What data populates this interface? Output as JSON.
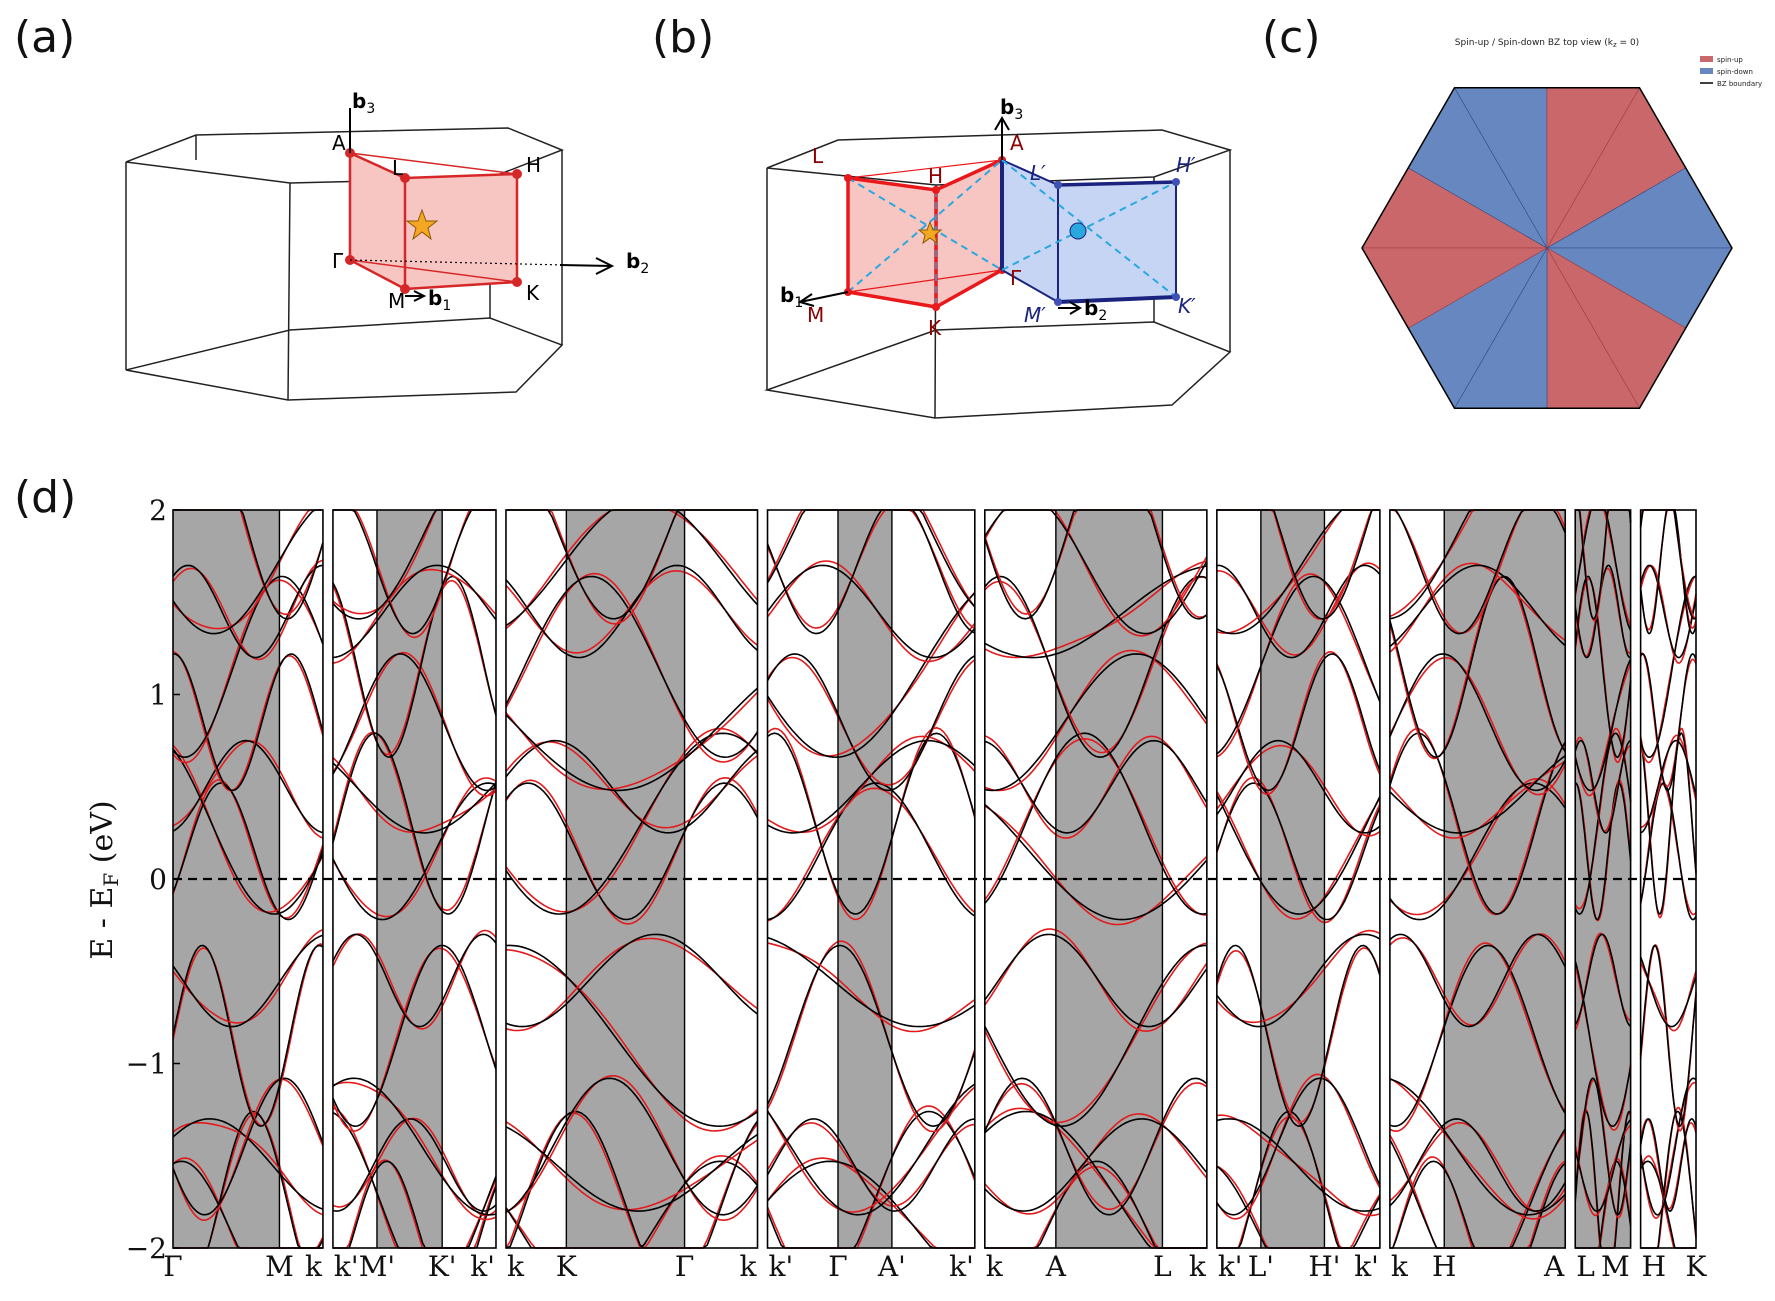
{
  "panels": {
    "a": "(a)",
    "b": "(b)",
    "c": "(c)",
    "d": "(d)"
  },
  "panel_a": {
    "points": [
      "A",
      "L",
      "H",
      "Γ",
      "M",
      "K"
    ],
    "vectors": [
      "b",
      "b",
      "b"
    ],
    "subs": [
      "3",
      "2",
      "1"
    ],
    "colors": {
      "edge": "#d62728",
      "fill": "#f7c6c3",
      "star": "#f5a623"
    }
  },
  "panel_b": {
    "red_points": [
      "L",
      "H",
      "A",
      "M",
      "K",
      "Γ"
    ],
    "blue_points": [
      "L′",
      "H′",
      "M′",
      "K′"
    ],
    "vectors": [
      "b",
      "b",
      "b"
    ],
    "subs": [
      "3",
      "1",
      "2"
    ],
    "colors": {
      "red": "#e8181b",
      "blue": "#1a237e",
      "blue_fill": "#c7d5f5",
      "dash": "#29a8e0"
    }
  },
  "panel_c": {
    "title": "Spin-up / Spin-down BZ top view (k",
    "title_sub": "z",
    "title_end": " = 0)",
    "legend": [
      "spin-up",
      "spin-down",
      "BZ boundary"
    ],
    "colors": {
      "spin_up": "#c9676a",
      "spin_down": "#6687bf"
    }
  },
  "chart_data": {
    "type": "line",
    "ylabel": "E - E",
    "ylabel_sub": "F",
    "ylabel_unit": " (eV)",
    "ylim": [
      -2,
      2
    ],
    "yticks": [
      2,
      1,
      0,
      -1,
      -2
    ],
    "ytick_labels": [
      "2",
      "1",
      "0",
      "−1",
      "−2"
    ],
    "fermi_level": 0,
    "segments": [
      {
        "path": "Γ-M-k",
        "labels": [
          "Γ",
          "M",
          "k"
        ],
        "x": [
          0.0,
          0.71,
          1.0
        ],
        "shaded": [
          [
            0.0,
            0.71
          ]
        ]
      },
      {
        "path": "k'-M'-K'-k'",
        "labels": [
          "k'",
          "M'",
          "K'",
          "k'"
        ],
        "x": [
          0.0,
          0.27,
          0.67,
          1.0
        ],
        "shaded": [
          [
            0.27,
            0.67
          ]
        ]
      },
      {
        "path": "k-K-Γ-k",
        "labels": [
          "k",
          "K",
          "Γ",
          "k"
        ],
        "x": [
          0.0,
          0.24,
          0.71,
          1.0
        ],
        "shaded": [
          [
            0.24,
            0.71
          ]
        ]
      },
      {
        "path": "k'-Γ-A'-k'",
        "labels": [
          "k'",
          "Γ",
          "A'",
          "k'"
        ],
        "x": [
          0.0,
          0.34,
          0.6,
          1.0
        ],
        "shaded": [
          [
            0.34,
            0.6
          ]
        ]
      },
      {
        "path": "k-A-L-k",
        "labels": [
          "k",
          "A",
          "L",
          "k"
        ],
        "x": [
          0.0,
          0.32,
          0.8,
          1.0
        ],
        "shaded": [
          [
            0.32,
            0.8
          ]
        ]
      },
      {
        "path": "k'-L'-H'-k'",
        "labels": [
          "k'",
          "L'",
          "H'",
          "k'"
        ],
        "x": [
          0.0,
          0.27,
          0.66,
          1.0
        ],
        "shaded": [
          [
            0.27,
            0.66
          ]
        ]
      },
      {
        "path": "k-H-A",
        "labels": [
          "k",
          "H",
          "A"
        ],
        "x": [
          0.0,
          0.31,
          1.0
        ],
        "shaded": [
          [
            0.31,
            1.0
          ]
        ]
      },
      {
        "path": "L-M",
        "labels": [
          "L",
          "M"
        ],
        "x": [
          0.0,
          1.0
        ],
        "shaded": [
          [
            0.0,
            1.0
          ]
        ]
      },
      {
        "path": "H-K",
        "labels": [
          "H",
          "K"
        ],
        "x": [
          0.0,
          1.0
        ],
        "shaded": []
      }
    ],
    "band_colors": {
      "spin_up": "#e31a1c",
      "spin_down": "#000000",
      "shade": "#a6a6a6"
    },
    "band_data_note": ""
  }
}
